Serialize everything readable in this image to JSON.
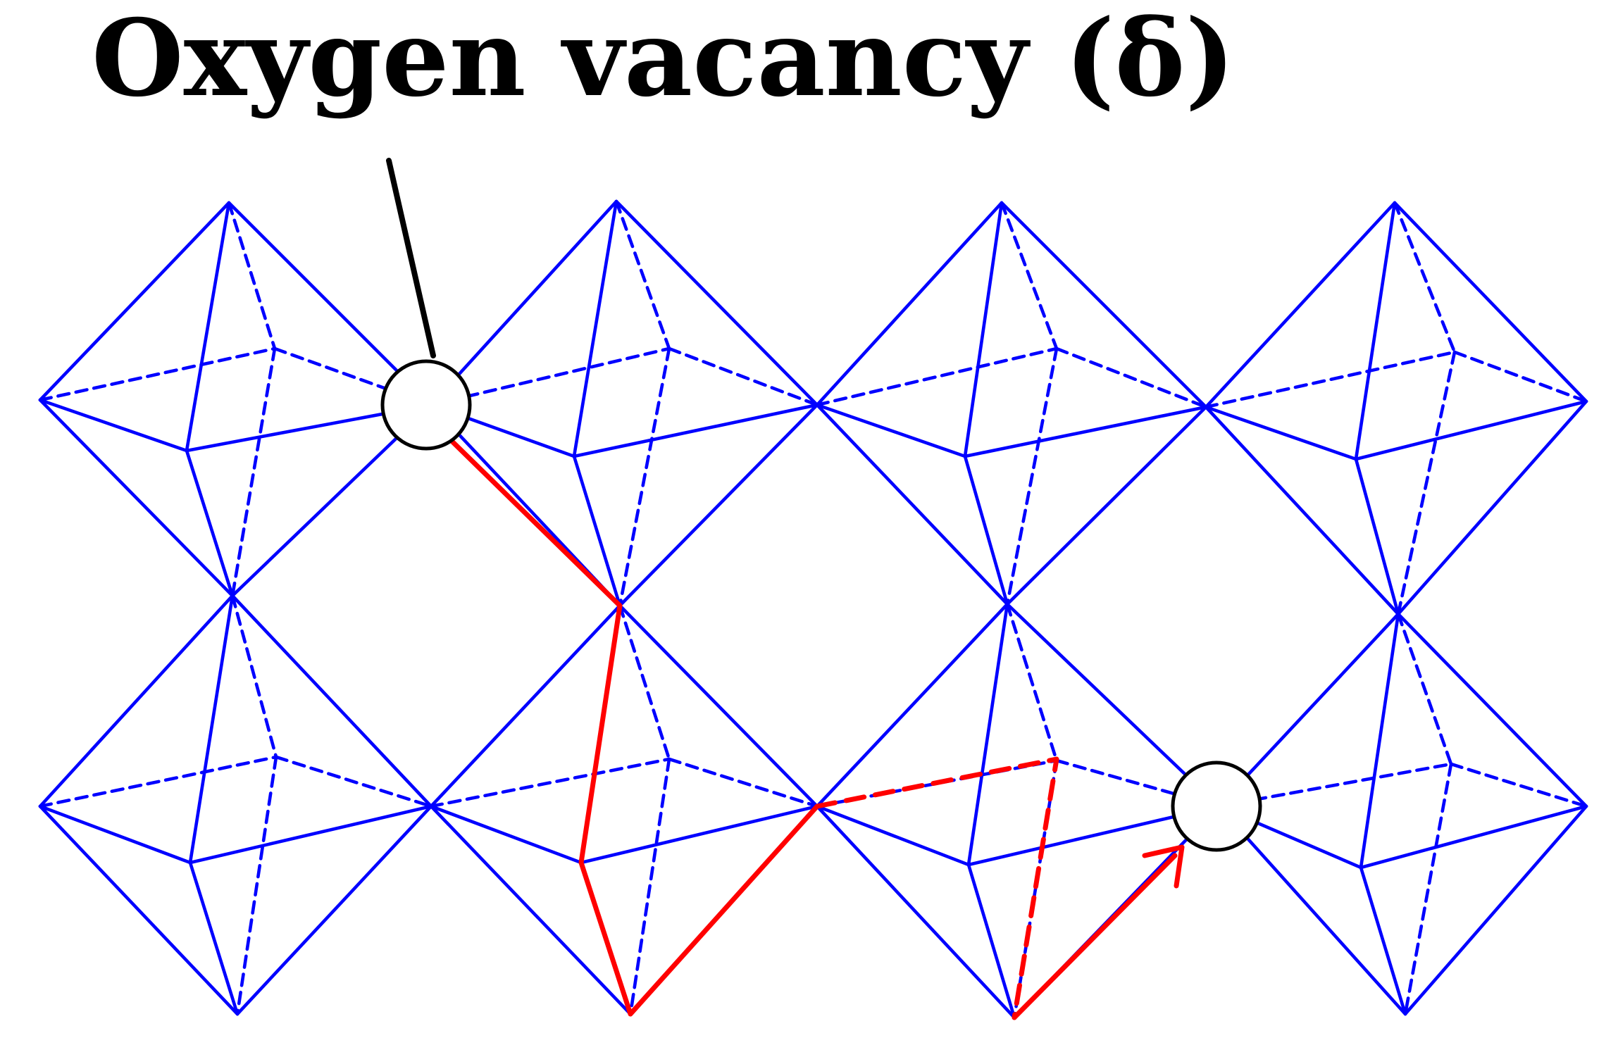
{
  "title": "Oxygen vacancy (δ)",
  "colors": {
    "octahedron_edge": "#0000ff",
    "migration_path": "#ff0000",
    "pointer_line": "#000000",
    "vacancy_fill": "#ffffff",
    "vacancy_stroke": "#000000"
  },
  "structure": {
    "rows": 2,
    "columns": 4
  }
}
